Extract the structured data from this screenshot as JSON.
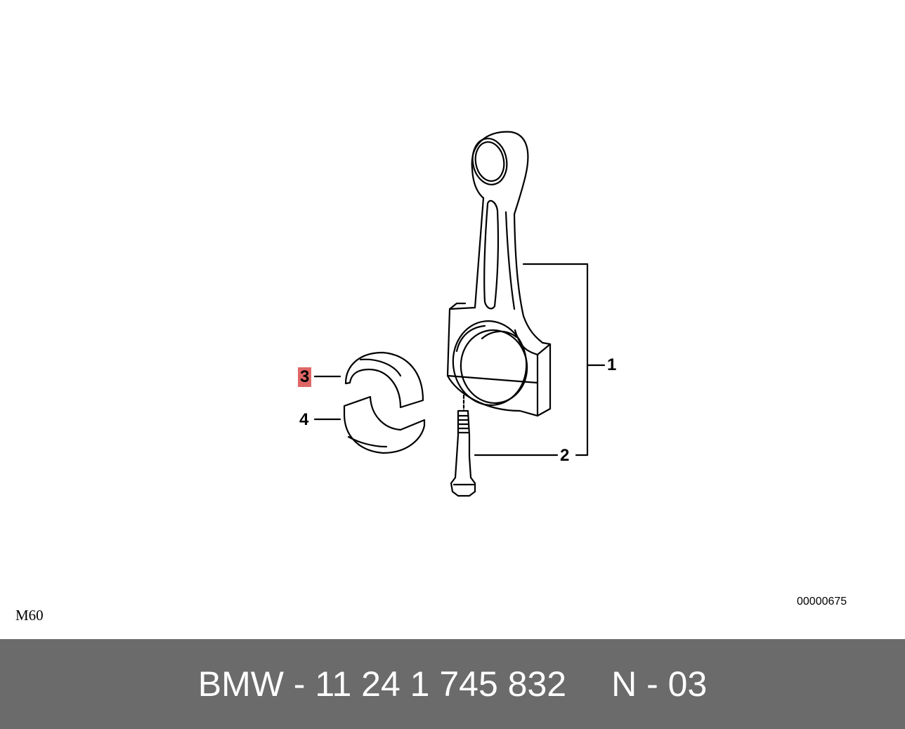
{
  "callouts": {
    "c1": "1",
    "c2": "2",
    "c3": "3",
    "c4": "4"
  },
  "engine_code": "M60",
  "reference_number": "00000675",
  "footer": {
    "part_text": "BMW - 11 24 1 745 832",
    "page_code": "N - 03"
  },
  "colors": {
    "highlight": "#e06666",
    "footer_bg": "#6b6b6b",
    "footer_text": "#ffffff"
  }
}
